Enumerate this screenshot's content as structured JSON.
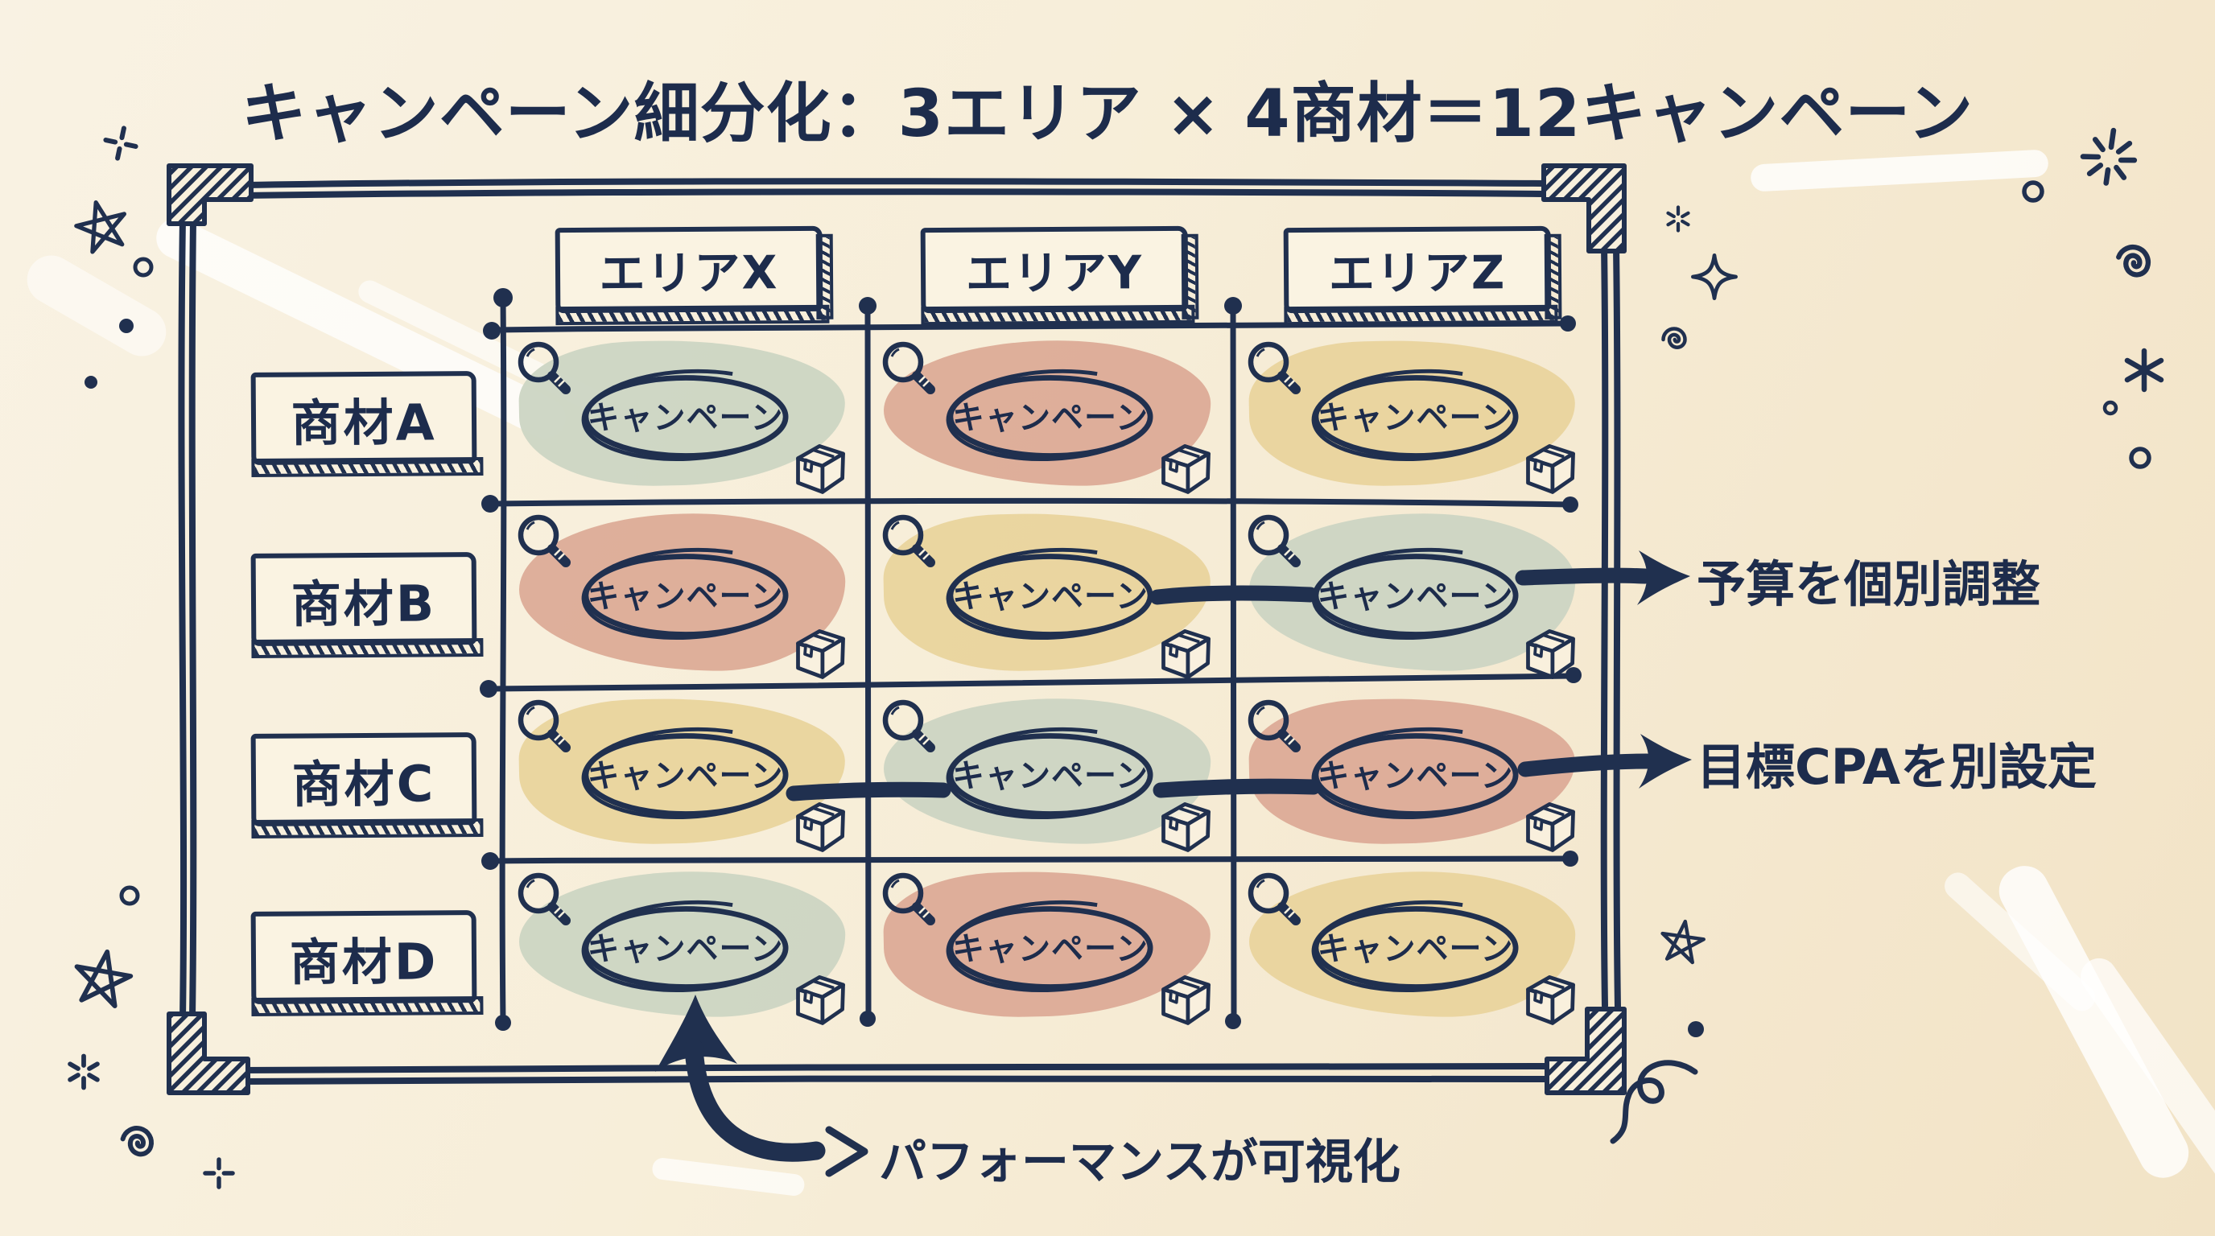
{
  "title": "キャンペーン細分化：3エリア × 4商材＝12キャンペーン",
  "grid": {
    "column_headers": [
      "エリアX",
      "エリアY",
      "エリアZ"
    ],
    "row_headers": [
      "商材A",
      "商材B",
      "商材C",
      "商材D"
    ],
    "campaign_label": "キャンペーン",
    "cell_colors": [
      [
        "green",
        "salmon",
        "yellow"
      ],
      [
        "salmon",
        "yellow",
        "green"
      ],
      [
        "yellow",
        "green",
        "salmon"
      ],
      [
        "green",
        "salmon",
        "yellow"
      ]
    ]
  },
  "callouts": {
    "budget": "予算を個別調整",
    "cpa": "目標CPAを別設定",
    "performance": "パフォーマンスが可視化"
  },
  "icons": {
    "magnifier": "🔍",
    "package": "📦",
    "star": "☆",
    "four_point_star": "✦",
    "starburst": "✹",
    "sparkle": "✧",
    "spiral": "@",
    "asterisk": "✳",
    "arrow_right": "→",
    "arrow_up": "↑"
  },
  "colors": {
    "ink": "#20304f",
    "background": "#f6ecd7",
    "paper": "#faf3e2",
    "cell_green": "#ccd5c3",
    "cell_salmon": "#dcab97",
    "cell_yellow": "#e9d49d",
    "streak_white": "#ffffff"
  }
}
